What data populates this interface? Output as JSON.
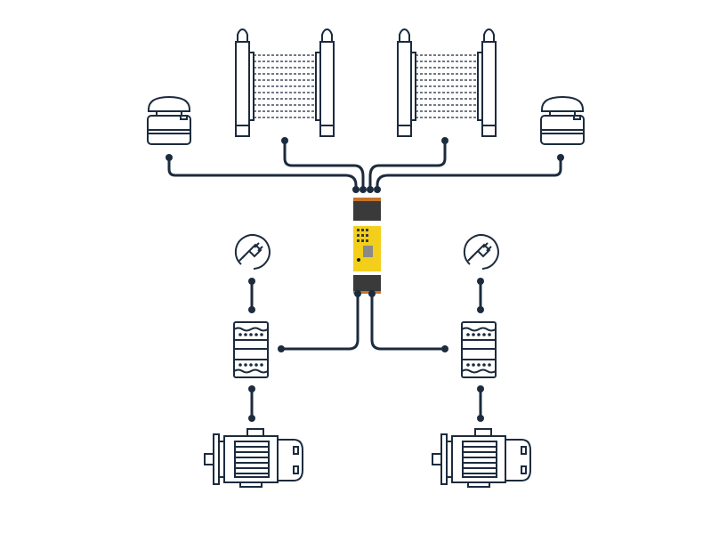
{
  "diagram": {
    "colors": {
      "line": "#1c2b3e",
      "controller_body": "#f3cf1c",
      "controller_dark": "#3a3a3a",
      "controller_terminal": "#c8732a"
    },
    "components": [
      {
        "name": "emergency-stop-left",
        "icon": "emergency-stop-icon"
      },
      {
        "name": "light-curtain-left",
        "icon": "light-curtain-icon"
      },
      {
        "name": "light-curtain-right",
        "icon": "light-curtain-icon"
      },
      {
        "name": "emergency-stop-right",
        "icon": "emergency-stop-icon"
      },
      {
        "name": "safety-relay-controller",
        "icon": "safety-relay-icon"
      },
      {
        "name": "power-plug-left",
        "icon": "power-plug-icon"
      },
      {
        "name": "power-plug-right",
        "icon": "power-plug-icon"
      },
      {
        "name": "contactor-left",
        "icon": "contactor-icon"
      },
      {
        "name": "contactor-right",
        "icon": "contactor-icon"
      },
      {
        "name": "motor-left",
        "icon": "motor-icon"
      },
      {
        "name": "motor-right",
        "icon": "motor-icon"
      }
    ]
  }
}
